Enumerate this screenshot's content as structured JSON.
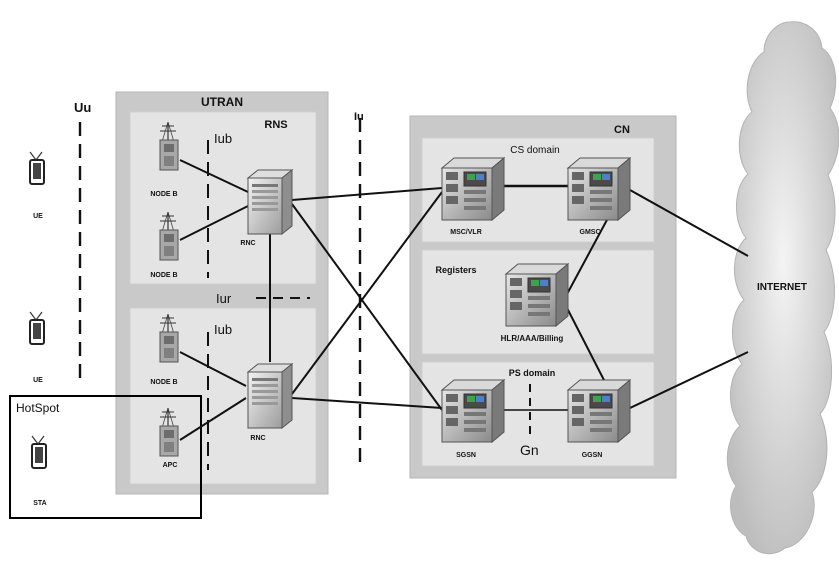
{
  "labels": {
    "uu": "Uu",
    "utran": "UTRAN",
    "rns": "RNS",
    "iub_top": "Iub",
    "iub_bottom": "Iub",
    "iur": "Iur",
    "iu": "Iu",
    "cn": "CN",
    "cs_domain": "CS domain",
    "registers": "Registers",
    "ps_domain": "PS domain",
    "gn": "Gn",
    "hotspot": "HotSpot",
    "internet": "INTERNET"
  },
  "devices": {
    "ue1": "UE",
    "ue2": "UE",
    "sta": "STA"
  },
  "nodes": {
    "nodeb1": "NODE B",
    "nodeb2": "NODE B",
    "nodeb3": "NODE B",
    "apc": "APC",
    "rnc1": "RNC",
    "rnc2": "RNC",
    "msc": "MSC/VLR",
    "gmsc": "GMSC",
    "hlr": "HLR/AAA/Billing",
    "sgsn": "SGSN",
    "ggsn": "GGSN"
  }
}
